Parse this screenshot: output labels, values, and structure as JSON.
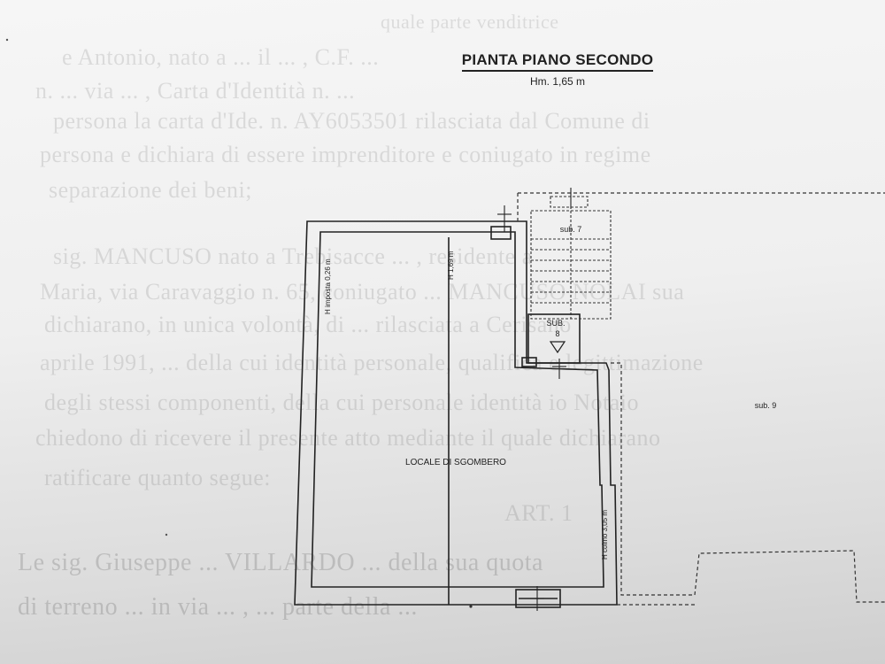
{
  "plan": {
    "title": "PIANTA PIANO SECONDO",
    "subtitle": "Hm. 1,65 m",
    "room_label": "LOCALE DI SGOMBERO",
    "height_left": "H imposta 0,26 m",
    "height_mid": "H 1,69 m",
    "height_right": "H colmo 3,05 m",
    "sub7": "sub. 7",
    "sub8_line1": "SUB.",
    "sub8_line2": "8",
    "sub9": "sub. 9"
  },
  "background_text": [
    "quale parte venditrice",
    "e Antonio, nato a ... il ... , C.F. ...",
    "n. ... via ... , Carta d'Identità n. ...",
    "persona la carta d'Ide. n. AY6053501 rilasciata dal Comune di",
    "persona e dichiara di essere imprenditore e coniugato in regime",
    "separazione dei beni;",
    "sig. MANCUSO nato a Trebisacce ... , residente a",
    "Maria, via Caravaggio n. 65, coniugato ... MANCUSO NOLAI sua",
    "dichiarano, in unica volontà, di ... rilasciata a Cerisano",
    "aprile 1991, ... della cui identità personale, qualifica e legittimazione",
    "degli stessi componenti, della cui personale identità io Notaio",
    "chiedono di ricevere il presente atto mediante il quale dichiarano",
    "ratificare quanto segue:",
    "ART. 1",
    "Le sig. Giuseppe ... VILLARDO ... della sua quota",
    "di terreno ... in via ... , ... parte della ..."
  ]
}
